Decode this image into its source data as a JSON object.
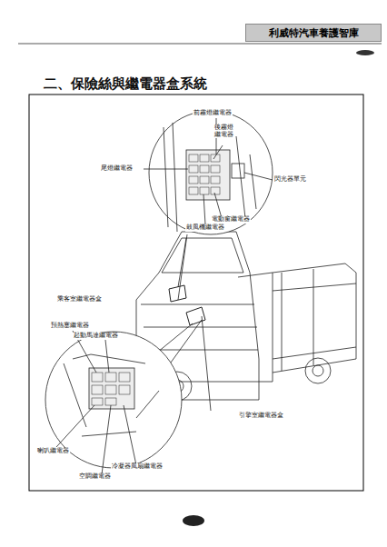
{
  "diagram": {
    "title": "二、保險絲與繼電器盒系統",
    "nodes": [
      {
        "text": [
          "利威特汽車養護智庫"
        ]
      }
    ],
    "labels": [
      "前霧燈繼電器",
      "後霧燈繼電器",
      "尾燈繼電器",
      "閃光器單元",
      "電動窗繼電器",
      "鼓風機繼電器",
      "乘客室繼電器盒",
      "預熱塞繼電器",
      "起動馬達繼電器",
      "引擎室繼電器盒",
      "喇叭繼電器",
      "冷凝器風扇繼電器",
      "空調繼電器"
    ]
  }
}
